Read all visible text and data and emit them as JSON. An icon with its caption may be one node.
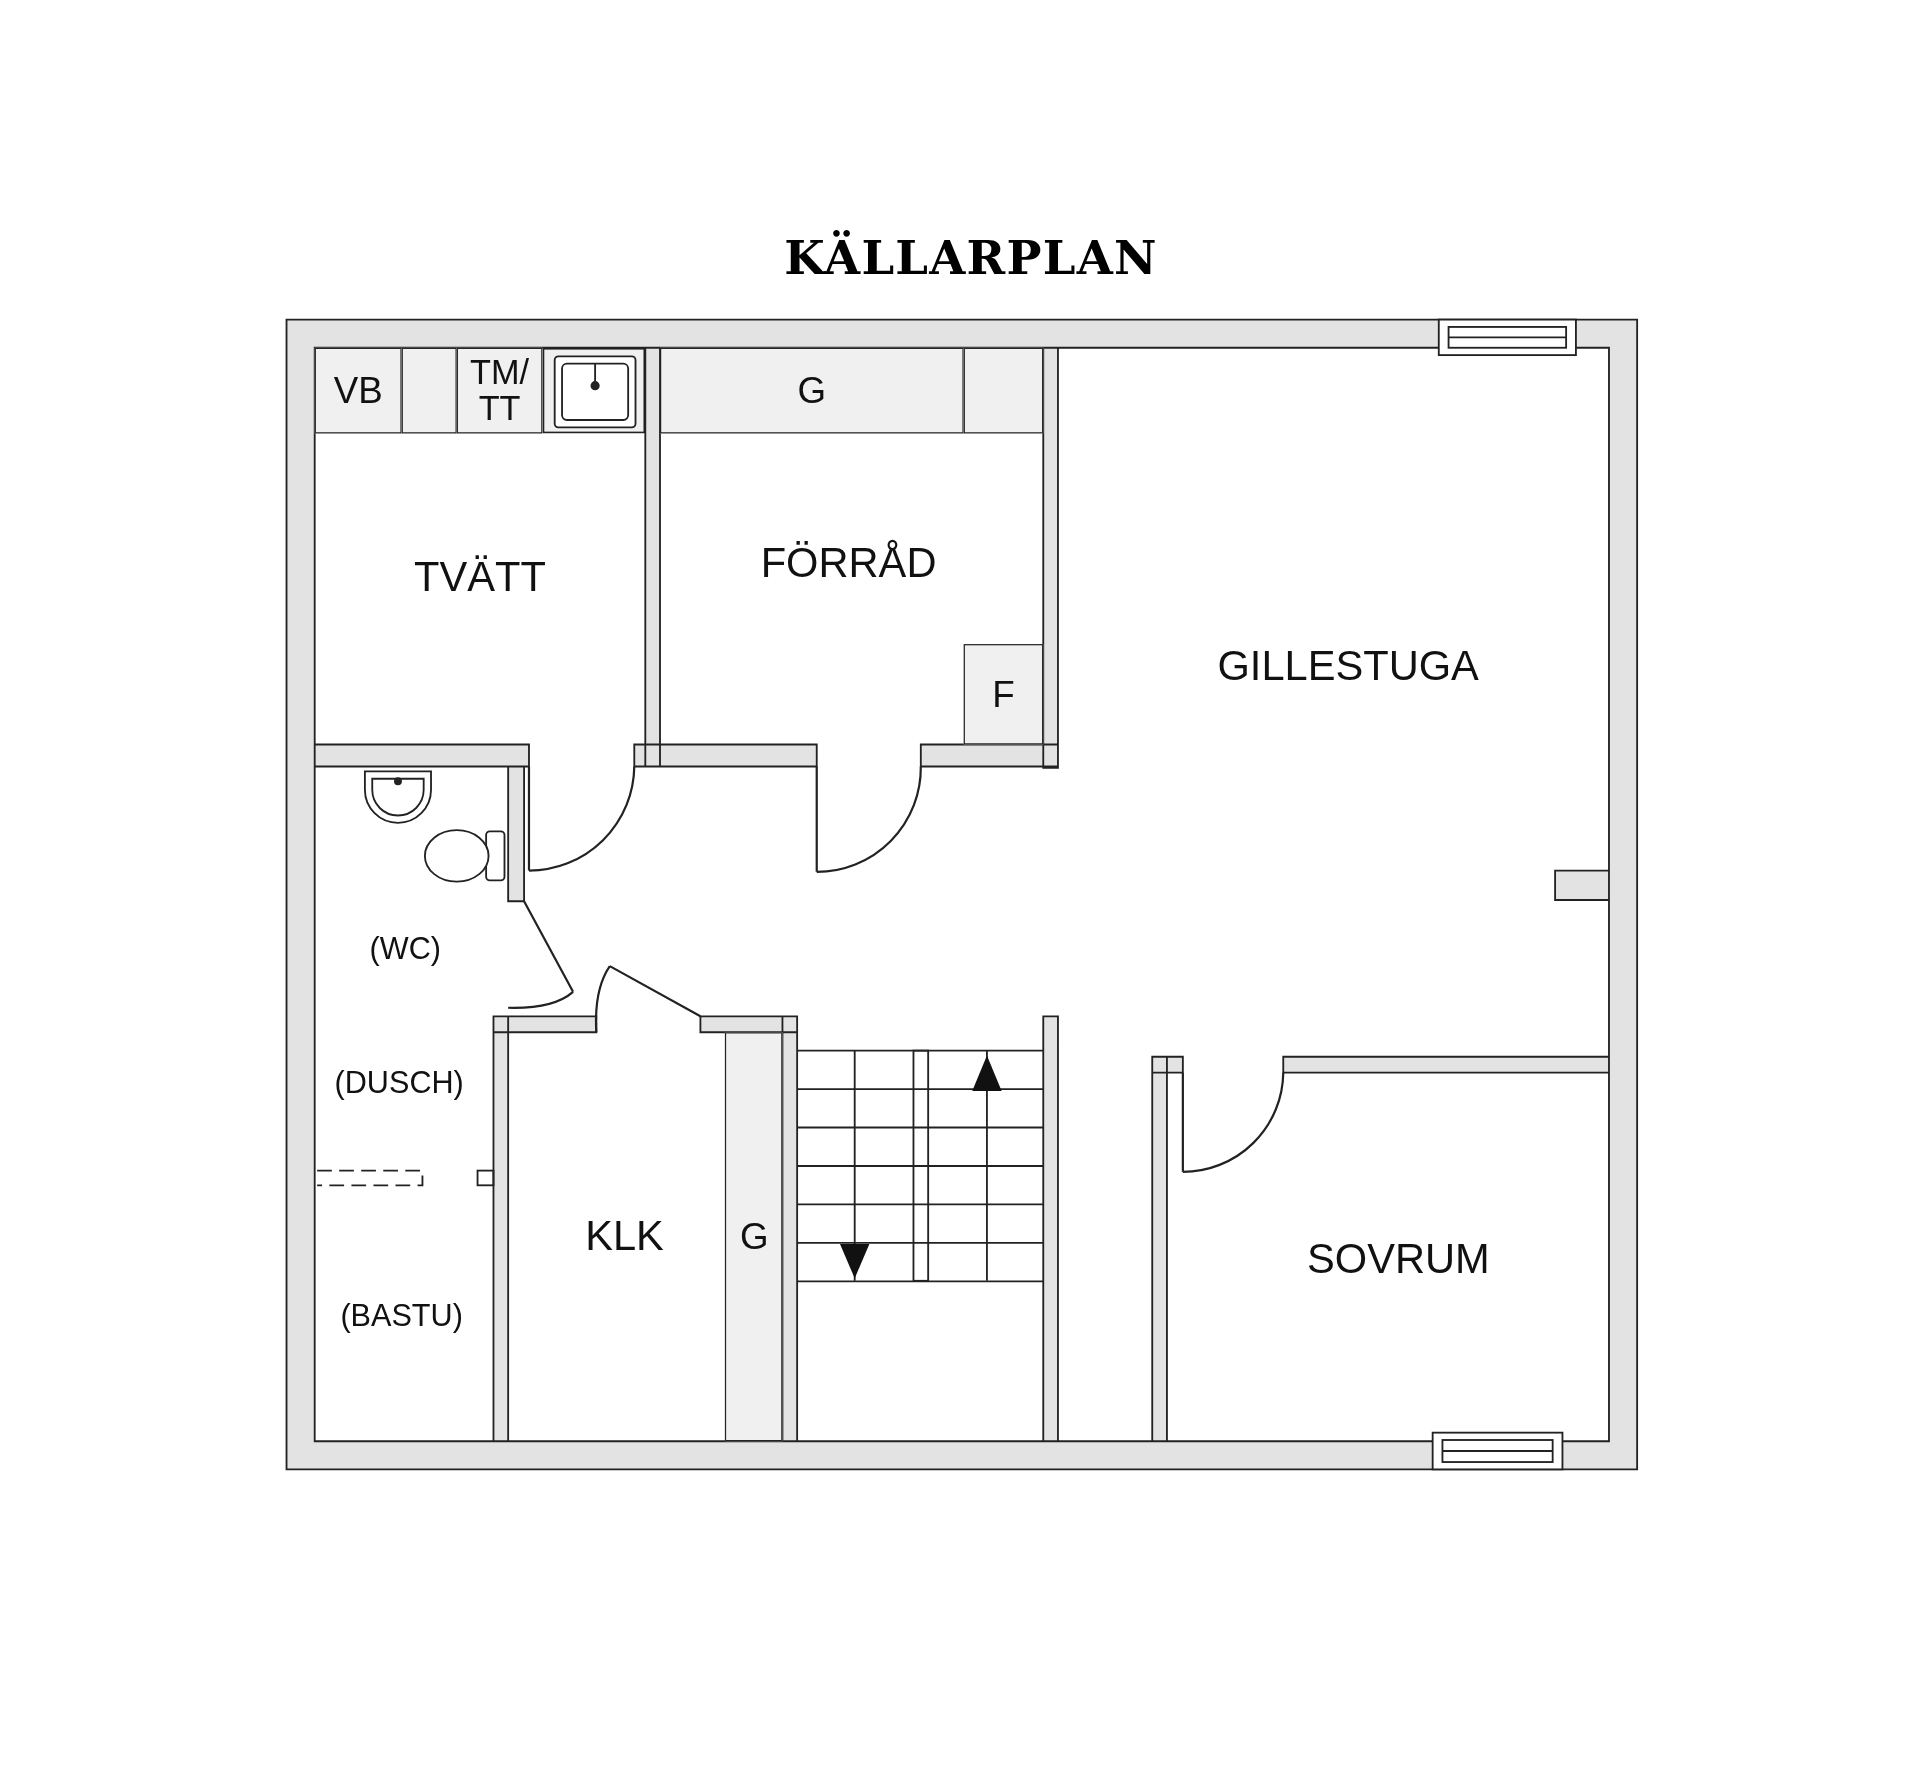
{
  "diagram": {
    "title": "KÄLLARPLAN",
    "nodes": [
      {
        "text": [
          "TVÄTT"
        ]
      },
      {
        "text": [
          "VB"
        ],
        "in": 0
      },
      {
        "text": [],
        "shape": "box",
        "in": 0
      },
      {
        "text": [
          "TM/ TT"
        ],
        "in": 0
      },
      {
        "text": [
          "FÖRRÅD"
        ]
      },
      {
        "text": [
          "G"
        ],
        "in": 4
      },
      {
        "text": [],
        "shape": "box",
        "in": 4
      },
      {
        "text": [
          "F"
        ],
        "in": 4
      },
      {
        "text": [
          "GILLESTUGA"
        ]
      },
      {
        "text": [
          "(WC)",
          "(DUSCH)",
          "(BASTU)"
        ]
      },
      {
        "text": [
          "KLK"
        ]
      },
      {
        "text": [
          "G"
        ]
      },
      {
        "text": [
          "SOVRUM"
        ]
      }
    ]
  }
}
